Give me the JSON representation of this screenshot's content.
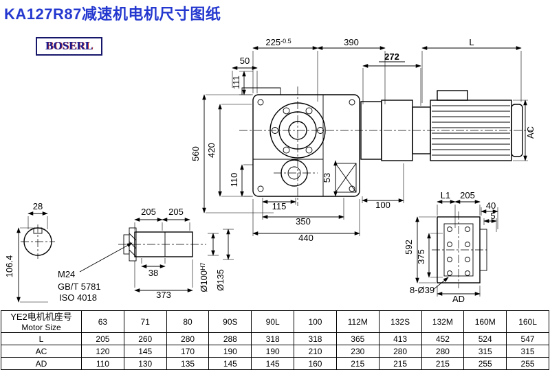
{
  "title": "KA127R87减速机电机尺寸图纸",
  "logo": "BOSERL",
  "drawing": {
    "dim_225": "225",
    "dim_225_tol": "-0.5",
    "dim_390": "390",
    "dim_272": "272",
    "dim_L": "L",
    "dim_50": "50",
    "dim_111": "111",
    "dim_560": "560",
    "dim_420": "420",
    "dim_110": "110",
    "dim_115": "115",
    "dim_53": "53",
    "dim_100": "100",
    "dim_350": "350",
    "dim_440": "440",
    "dim_AC": "AC",
    "dim_28": "28",
    "dim_106_4": "106.4",
    "dim_205_left": "205",
    "dim_205_right": "205",
    "thread_callout": "M24",
    "standard_gb": "GB/T 5781",
    "standard_iso": "ISO 4018",
    "dim_38": "38",
    "dim_373": "373",
    "dim_d100": "Ø100",
    "dim_d100_sup": "H7",
    "dim_d135": "Ø135",
    "dim_L1": "L1",
    "dim_205_flange": "205",
    "dim_40": "40",
    "dim_5": "5",
    "dim_592": "592",
    "dim_375": "375",
    "dim_8_d39": "8-Ø39",
    "dim_AD": "AD"
  },
  "table": {
    "header_cn": "YE2电机机座号",
    "header_en": "Motor Size",
    "sizes": [
      "63",
      "71",
      "80",
      "90S",
      "90L",
      "100",
      "112M",
      "132S",
      "132M",
      "160M",
      "160L"
    ],
    "rows": [
      {
        "label": "L",
        "values": [
          205,
          260,
          280,
          288,
          318,
          318,
          365,
          413,
          452,
          524,
          547
        ]
      },
      {
        "label": "AC",
        "values": [
          120,
          145,
          170,
          190,
          190,
          210,
          230,
          280,
          280,
          315,
          315
        ]
      },
      {
        "label": "AD",
        "values": [
          110,
          130,
          135,
          145,
          145,
          160,
          215,
          215,
          215,
          255,
          255
        ]
      }
    ]
  }
}
